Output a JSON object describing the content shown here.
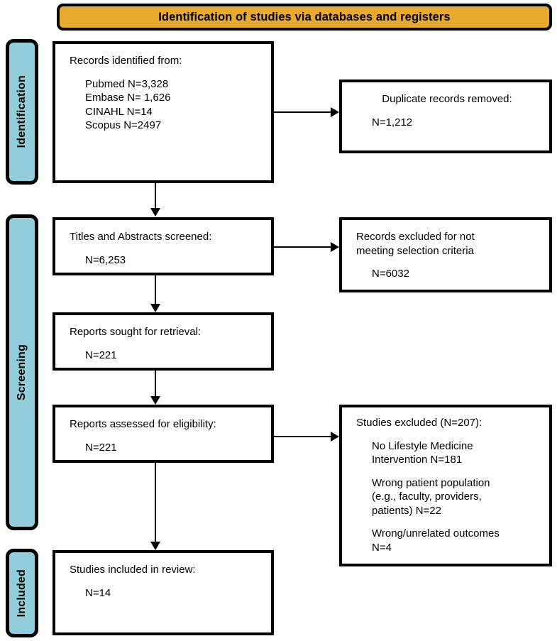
{
  "header": {
    "title": "Identification of studies via databases and registers",
    "background_color": "#E7A930"
  },
  "stages": {
    "identification": "Identification",
    "screening": "Screening",
    "included": "Included",
    "background_color": "#92CDDC"
  },
  "boxes": {
    "records_identified": {
      "title": "Records identified from:",
      "sources": [
        "Pubmed N=3,328",
        "Embase N= 1,626",
        "CINAHL N=14",
        "Scopus N=2497"
      ]
    },
    "duplicates_removed": {
      "title": "Duplicate records removed:",
      "count": "N=1,212"
    },
    "titles_screened": {
      "title": "Titles and Abstracts screened:",
      "count": "N=6,253"
    },
    "records_excluded": {
      "title_line1": "Records excluded for not",
      "title_line2": "meeting selection criteria",
      "count": "N=6032"
    },
    "reports_sought": {
      "title": "Reports sought for retrieval:",
      "count": "N=221"
    },
    "reports_assessed": {
      "title": "Reports assessed for eligibility:",
      "count": "N=221"
    },
    "studies_excluded": {
      "title": "Studies excluded (N=207):",
      "reasons": [
        "No Lifestyle Medicine\nIntervention N=181",
        "Wrong patient population\n(e.g., faculty, providers,\npatients) N=22",
        "Wrong/unrelated outcomes\nN=4"
      ]
    },
    "studies_included": {
      "title": "Studies included in review:",
      "count": "N=14"
    }
  }
}
